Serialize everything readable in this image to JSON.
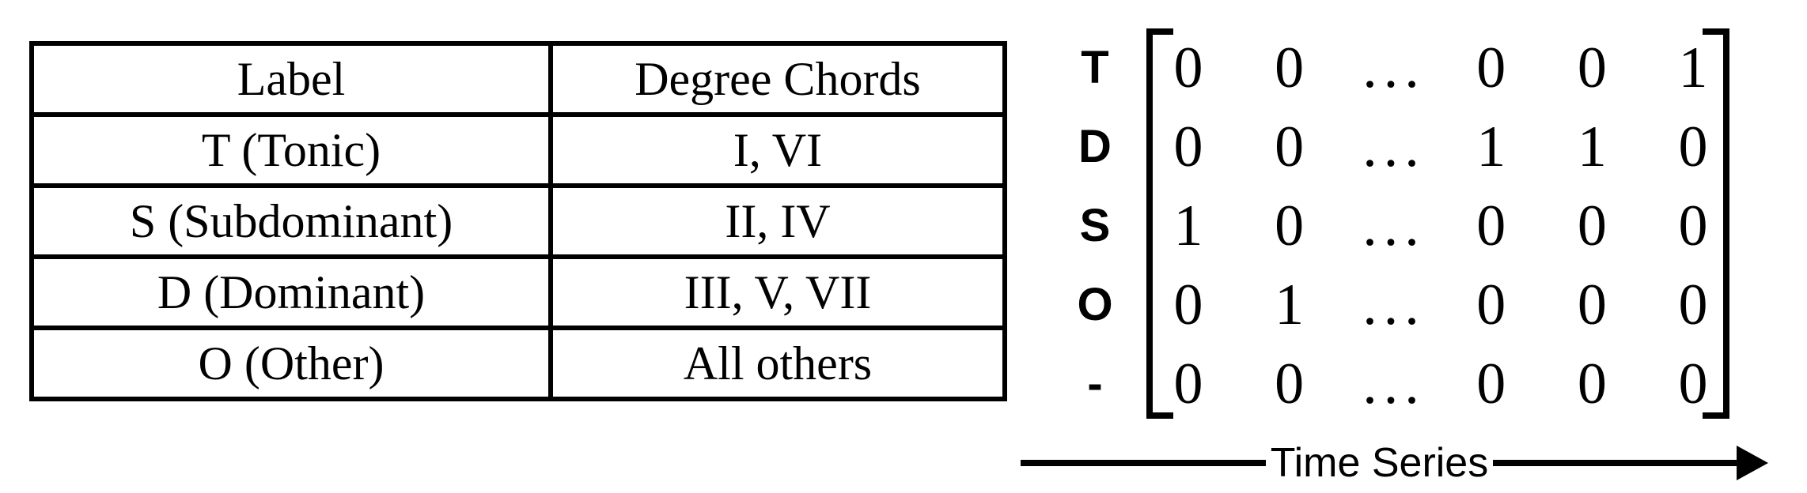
{
  "table": {
    "headers": [
      "Label",
      "Degree Chords"
    ],
    "rows": [
      {
        "label": "T (Tonic)",
        "chords": "I, VI"
      },
      {
        "label": "S (Subdominant)",
        "chords": "II, IV"
      },
      {
        "label": "D (Dominant)",
        "chords": "III, V, VII"
      },
      {
        "label": "O (Other)",
        "chords": "All others"
      }
    ]
  },
  "matrix": {
    "rows": [
      {
        "label": "T",
        "values": [
          "0",
          "0",
          "...",
          "0",
          "0",
          "1"
        ]
      },
      {
        "label": "D",
        "values": [
          "0",
          "0",
          "...",
          "1",
          "1",
          "0"
        ]
      },
      {
        "label": "S",
        "values": [
          "1",
          "0",
          "...",
          "0",
          "0",
          "0"
        ]
      },
      {
        "label": "O",
        "values": [
          "0",
          "1",
          "...",
          "0",
          "0",
          "0"
        ]
      },
      {
        "label": "-",
        "values": [
          "0",
          "0",
          "...",
          "0",
          "0",
          "0"
        ]
      }
    ],
    "axis_label": "Time Series"
  },
  "colors": {
    "ink": "#000000",
    "background": "#ffffff"
  }
}
